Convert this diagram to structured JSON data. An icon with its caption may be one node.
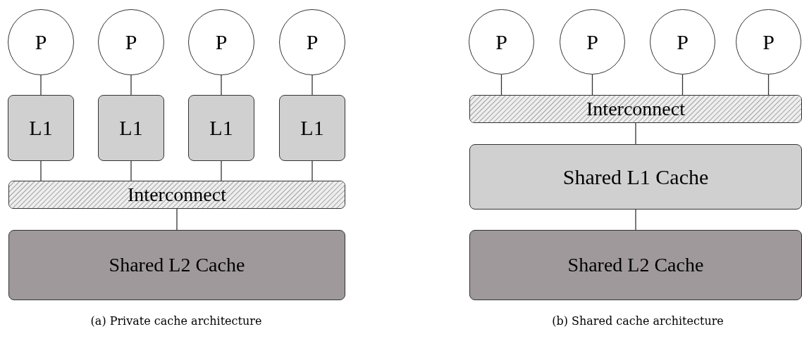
{
  "diagram": {
    "nodes": [
      {
        "text": [
          "P"
        ]
      },
      {
        "text": [
          "P"
        ]
      },
      {
        "text": [
          "P"
        ]
      },
      {
        "text": [
          "P"
        ]
      },
      {
        "text": [
          "L1"
        ]
      },
      {
        "text": [
          "L1"
        ]
      },
      {
        "text": [
          "L1"
        ]
      },
      {
        "text": [
          "L1"
        ]
      },
      {
        "text": [
          "Interconnect"
        ]
      },
      {
        "text": [
          "Shared L2 Cache"
        ]
      },
      {
        "text": [
          "P"
        ]
      },
      {
        "text": [
          "P"
        ]
      },
      {
        "text": [
          "P"
        ]
      },
      {
        "text": [
          "P"
        ]
      },
      {
        "text": [
          "Interconnect"
        ]
      },
      {
        "text": [
          "Shared L1 Cache"
        ]
      },
      {
        "text": [
          "Shared L2 Cache"
        ]
      }
    ],
    "edges": [
      {
        "from": 0,
        "to": 4,
        "arrow": "none"
      },
      {
        "from": 1,
        "to": 5,
        "arrow": "none"
      },
      {
        "from": 2,
        "to": 6,
        "arrow": "none"
      },
      {
        "from": 3,
        "to": 7,
        "arrow": "none"
      },
      {
        "from": 4,
        "to": 8,
        "arrow": "none"
      },
      {
        "from": 5,
        "to": 8,
        "arrow": "none"
      },
      {
        "from": 6,
        "to": 8,
        "arrow": "none"
      },
      {
        "from": 7,
        "to": 8,
        "arrow": "none"
      },
      {
        "from": 8,
        "to": 9,
        "arrow": "none"
      },
      {
        "from": 10,
        "to": 14,
        "arrow": "none"
      },
      {
        "from": 11,
        "to": 14,
        "arrow": "none"
      },
      {
        "from": 12,
        "to": 14,
        "arrow": "none"
      },
      {
        "from": 13,
        "to": 14,
        "arrow": "none"
      },
      {
        "from": 14,
        "to": 15,
        "arrow": "none"
      },
      {
        "from": 15,
        "to": 16,
        "arrow": "none"
      }
    ],
    "labels": [
      "(a) Private cache architecture",
      "(b) Shared cache architecture"
    ]
  }
}
